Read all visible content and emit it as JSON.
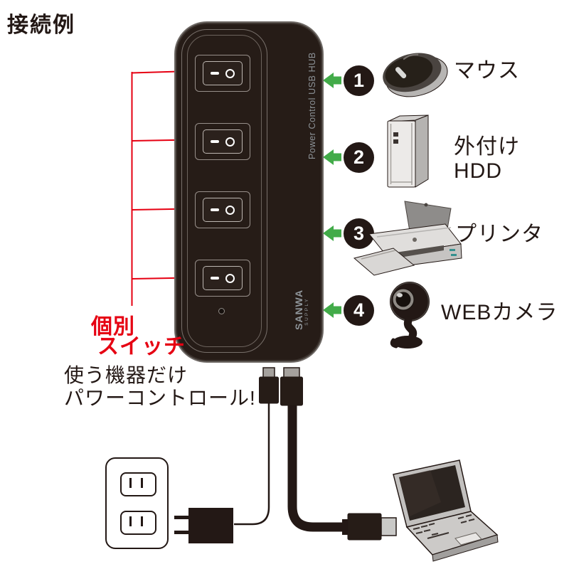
{
  "page": {
    "title": "接続例"
  },
  "hub": {
    "product_label": "Power Control USB HUB",
    "brand": "SANWA",
    "brand_sub": "SUPPLY",
    "switch_count": 4
  },
  "callout": {
    "red_line1": "個別",
    "red_line2": "スイッチ",
    "note_line1": "使う機器だけ",
    "note_line2": "パワーコントロール!"
  },
  "devices": [
    {
      "number": "1",
      "label": "マウス",
      "icon": "mouse-icon"
    },
    {
      "number": "2",
      "label": "外付け",
      "label2": "HDD",
      "icon": "hdd-icon"
    },
    {
      "number": "3",
      "label": "プリンタ",
      "icon": "printer-icon"
    },
    {
      "number": "4",
      "label": "WEBカメラ",
      "icon": "webcam-icon"
    }
  ],
  "colors": {
    "red": "#e60012",
    "green": "#42ab49",
    "ink": "#231815",
    "hub_body": "#261c17",
    "hub_text": "#8e9499"
  }
}
